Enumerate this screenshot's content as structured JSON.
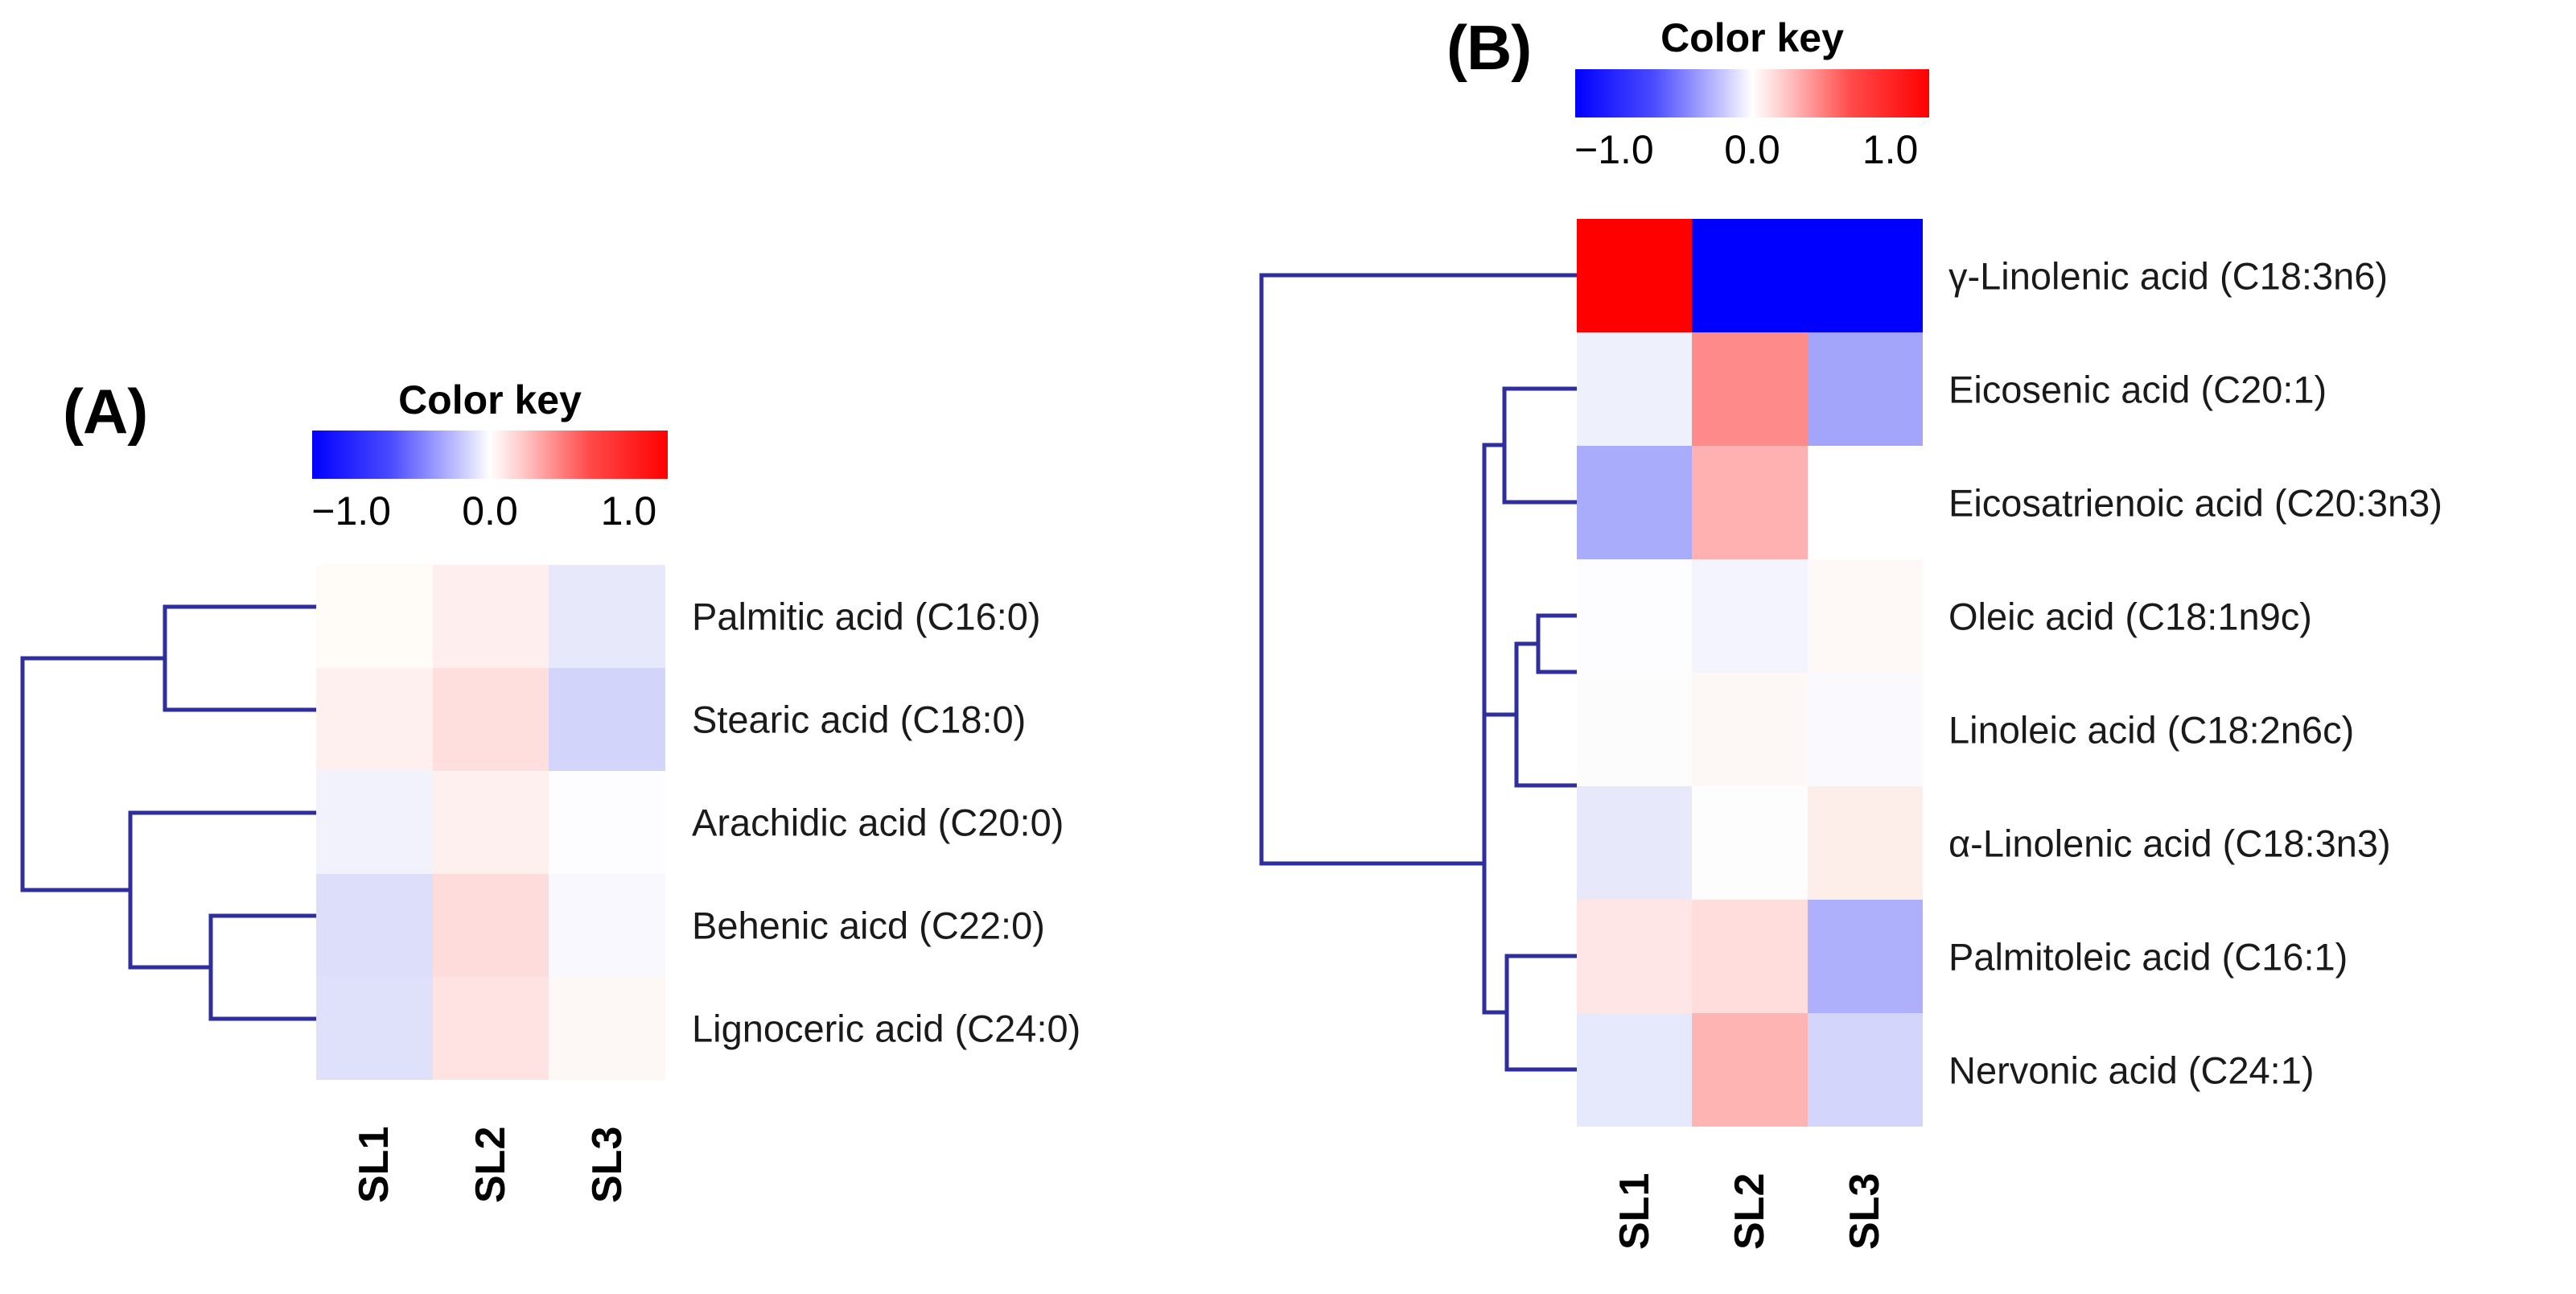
{
  "figure": {
    "background": "#ffffff",
    "dendrogram_color": "#2e2e9e",
    "colormap_low": "#0000ff",
    "colormap_mid": "#ffffff",
    "colormap_high": "#ff0000"
  },
  "panels": [
    {
      "tag": "(A)",
      "colorkey": {
        "title": "Color key",
        "ticks": [
          "−1.0",
          "0.0",
          "1.0"
        ],
        "min": -1.0,
        "max": 1.0
      },
      "columns": [
        "SL1",
        "SL2",
        "SL3"
      ],
      "rows": [
        "Palmitic acid (C16:0)",
        "Stearic acid (C18:0)",
        "Arachidic acid (C20:0)",
        "Behenic aicd (C22:0)",
        "Lignoceric acid (C24:0)"
      ],
      "cell_colors": [
        [
          "#fffbf7",
          "#ffeeee",
          "#e7e9fb"
        ],
        [
          "#fdf0ee",
          "#ffdede",
          "#d3d4fa"
        ],
        [
          "#f1f2fc",
          "#fff0f0",
          "#fdfcff"
        ],
        [
          "#dcdefa",
          "#ffdcdc",
          "#f9f8fe"
        ],
        [
          "#dfe1fa",
          "#ffe3e3",
          "#fdf7f5"
        ]
      ]
    },
    {
      "tag": "(B)",
      "colorkey": {
        "title": "Color key",
        "ticks": [
          "−1.0",
          "0.0",
          "1.0"
        ],
        "min": -1.0,
        "max": 1.0
      },
      "columns": [
        "SL1",
        "SL2",
        "SL3"
      ],
      "rows": [
        "γ-Linolenic acid (C18:3n6)",
        "Eicosenic acid (C20:1)",
        "Eicosatrienoic acid (C20:3n3)",
        "Oleic acid (C18:1n9c)",
        "Linoleic acid (C18:2n6c)",
        "α-Linolenic acid (C18:3n3)",
        "Palmitoleic acid (C16:1)",
        "Nervonic acid (C24:1)"
      ],
      "cell_colors": [
        [
          "#ff0000",
          "#0000ff",
          "#0000ff"
        ],
        [
          "#eef0fc",
          "#ff8a8a",
          "#a3a5fb"
        ],
        [
          "#a9abfb",
          "#ffb0b0",
          "#ffffff"
        ],
        [
          "#fdfdff",
          "#f3f4fd",
          "#fef8f6"
        ],
        [
          "#fdfcfc",
          "#fdf8f6",
          "#fafafe"
        ],
        [
          "#e7e9fb",
          "#fefdfd",
          "#feeeea"
        ],
        [
          "#ffe6e6",
          "#ffdddd",
          "#aeb0fb"
        ],
        [
          "#e6e8fb",
          "#ffb4b4",
          "#d3d5fa"
        ]
      ]
    }
  ],
  "chart_data": {
    "type": "heatmap",
    "title": "",
    "panels": [
      {
        "label": "(A)",
        "description": "Saturated fatty acid relative abundance heatmap with row dendrogram",
        "x_categories": [
          "SL1",
          "SL2",
          "SL3"
        ],
        "y_categories": [
          "Palmitic acid (C16:0)",
          "Stearic acid (C18:0)",
          "Arachidic acid (C20:0)",
          "Behenic aicd (C22:0)",
          "Lignoceric acid (C24:0)"
        ],
        "values": [
          [
            0.03,
            0.12,
            -0.22
          ],
          [
            0.09,
            0.24,
            -0.4
          ],
          [
            -0.1,
            0.08,
            0.01
          ],
          [
            -0.32,
            0.24,
            0.02
          ],
          [
            -0.3,
            0.18,
            0.04
          ]
        ],
        "zlim": [
          -1.0,
          1.0
        ],
        "colorbar_title": "Color key",
        "colorbar_ticks": [
          -1.0,
          0.0,
          1.0
        ],
        "dendrogram": {
          "orientation": "left",
          "merges": [
            {
              "cluster": [
                "Palmitic acid (C16:0)",
                "Stearic acid (C18:0)"
              ],
              "height": 0.34
            },
            {
              "cluster": [
                "Behenic aicd (C22:0)",
                "Lignoceric acid (C24:0)"
              ],
              "height": 0.22
            },
            {
              "cluster": [
                "Arachidic acid (C20:0)",
                "Behenic+Lignoceric"
              ],
              "height": 0.52
            },
            {
              "cluster": [
                "Palmitic+Stearic",
                "Arachidic+Behenic+Lignoceric"
              ],
              "height": 0.94
            }
          ]
        }
      },
      {
        "label": "(B)",
        "description": "Unsaturated fatty acid relative abundance heatmap with row dendrogram",
        "x_categories": [
          "SL1",
          "SL2",
          "SL3"
        ],
        "y_categories": [
          "γ-Linolenic acid (C18:3n6)",
          "Eicosenic acid (C20:1)",
          "Eicosatrienoic acid (C20:3n3)",
          "Oleic acid (C18:1n9c)",
          "Linoleic acid (C18:2n6c)",
          "α-Linolenic acid (C18:3n3)",
          "Palmitoleic acid (C16:1)",
          "Nervonic acid (C24:1)"
        ],
        "values": [
          [
            1.0,
            -1.0,
            -1.0
          ],
          [
            -0.06,
            0.46,
            -0.36
          ],
          [
            -0.34,
            0.31,
            0.0
          ],
          [
            0.0,
            -0.04,
            0.03
          ],
          [
            0.01,
            0.02,
            -0.02
          ],
          [
            -0.1,
            0.01,
            0.07
          ],
          [
            0.1,
            0.13,
            -0.32
          ],
          [
            -0.1,
            0.3,
            -0.17
          ]
        ],
        "zlim": [
          -1.0,
          1.0
        ],
        "colorbar_title": "Color key",
        "colorbar_ticks": [
          -1.0,
          0.0,
          1.0
        ],
        "dendrogram": {
          "orientation": "left",
          "merges": [
            {
              "cluster": [
                "Oleic acid (C18:1n9c)",
                "Linoleic acid (C18:2n6c)"
              ],
              "height": 0.06
            },
            {
              "cluster": [
                "Oleic+Linoleic",
                "α-Linolenic acid (C18:3n3)"
              ],
              "height": 0.16
            },
            {
              "cluster": [
                "Palmitoleic acid (C16:1)",
                "Nervonic acid (C24:1)"
              ],
              "height": 0.22
            },
            {
              "cluster": [
                "Oleic+Linoleic+α-Linolenic",
                "Palmitoleic+Nervonic"
              ],
              "height": 0.34
            },
            {
              "cluster": [
                "Eicosenic acid (C20:1)",
                "Eicosatrienoic acid (C20:3n3)"
              ],
              "height": 0.4
            },
            {
              "cluster": [
                "Eicosenic+Eicosatrienoic",
                "rest"
              ],
              "height": 0.46
            },
            {
              "cluster": [
                "γ-Linolenic acid (C18:3n6)",
                "all others"
              ],
              "height": 1.0
            }
          ]
        }
      }
    ]
  }
}
